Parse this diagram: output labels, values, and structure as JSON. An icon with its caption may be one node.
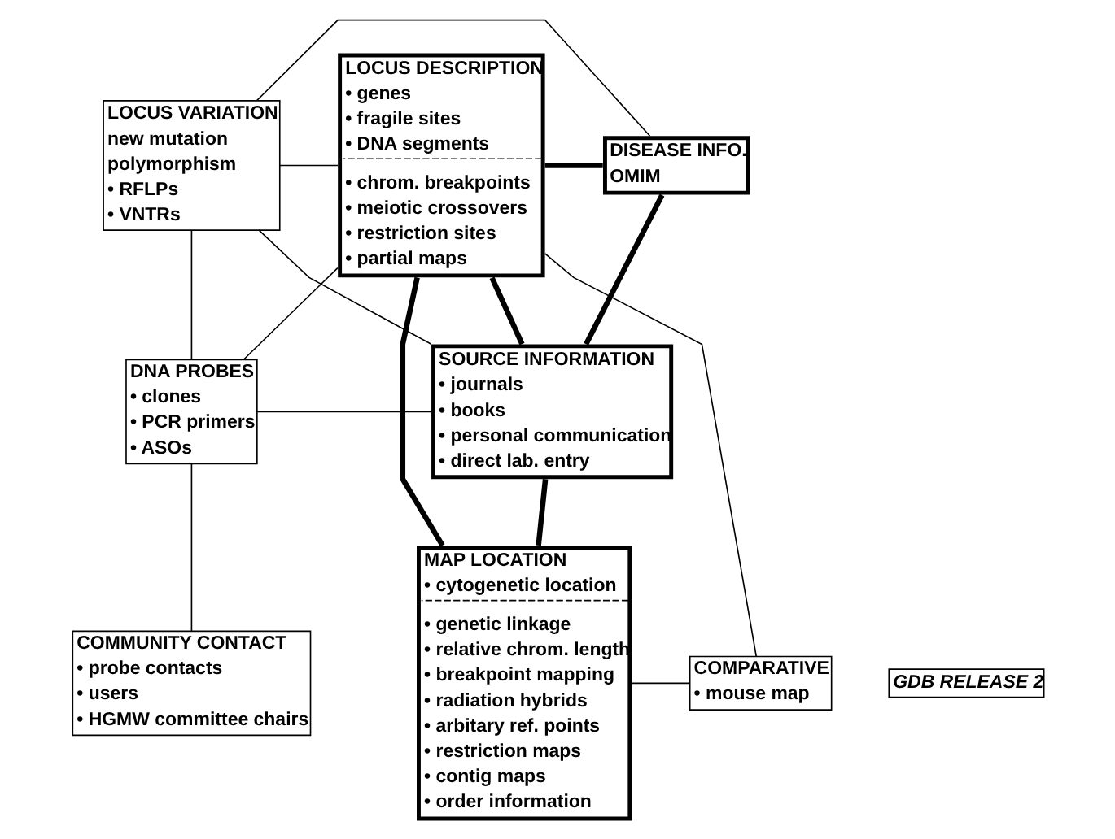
{
  "diagram": {
    "nodes": [
      {
        "text": [
          "LOCUS VARIATION",
          "new mutation",
          "polymorphism",
          "• RFLPs",
          "• VNTRs"
        ]
      },
      {
        "text": [
          "LOCUS DESCRIPTION",
          "• genes",
          "• fragile sites",
          "• DNA segments",
          "• chrom. breakpoints",
          "• meiotic crossovers",
          "• restriction sites",
          "• partial maps"
        ]
      },
      {
        "text": [
          "DISEASE INFO.",
          "OMIM"
        ]
      },
      {
        "text": [
          "DNA PROBES",
          "• clones",
          "• PCR primers",
          "• ASOs"
        ]
      },
      {
        "text": [
          "SOURCE INFORMATION",
          "• journals",
          "• books",
          "• personal communication",
          "• direct lab. entry"
        ]
      },
      {
        "text": [
          "COMMUNITY CONTACT",
          "• probe contacts",
          "• users",
          "• HGMW committee chairs"
        ]
      },
      {
        "text": [
          "MAP LOCATION",
          "• cytogenetic location",
          "• genetic linkage",
          "• relative chrom. length",
          "• breakpoint mapping",
          "• radiation hybrids",
          "• arbitary ref. points",
          "• restriction maps",
          "• contig maps",
          "• order information"
        ]
      },
      {
        "text": [
          "COMPARATIVE",
          "• mouse map"
        ]
      },
      {
        "text": [
          "GDB RELEASE 2"
        ]
      }
    ],
    "edges": [
      {
        "from": 0,
        "to": 2,
        "arrow": "none"
      },
      {
        "from": 0,
        "to": 1,
        "arrow": "none"
      },
      {
        "from": 1,
        "to": 2,
        "arrow": "none",
        "style": "thick"
      },
      {
        "from": 0,
        "to": 3,
        "arrow": "none"
      },
      {
        "from": 0,
        "to": 4,
        "arrow": "none"
      },
      {
        "from": 2,
        "to": 4,
        "arrow": "none",
        "style": "thick"
      },
      {
        "from": 3,
        "to": 1,
        "arrow": "none"
      },
      {
        "from": 3,
        "to": 4,
        "arrow": "none"
      },
      {
        "from": 1,
        "to": 4,
        "arrow": "none",
        "style": "thick"
      },
      {
        "from": 1,
        "to": 6,
        "arrow": "none",
        "style": "thick"
      },
      {
        "from": 6,
        "to": 4,
        "arrow": "none",
        "style": "thick"
      },
      {
        "from": 1,
        "to": 7,
        "arrow": "none"
      },
      {
        "from": 3,
        "to": 5,
        "arrow": "none"
      },
      {
        "from": 6,
        "to": 7,
        "arrow": "none"
      }
    ]
  }
}
